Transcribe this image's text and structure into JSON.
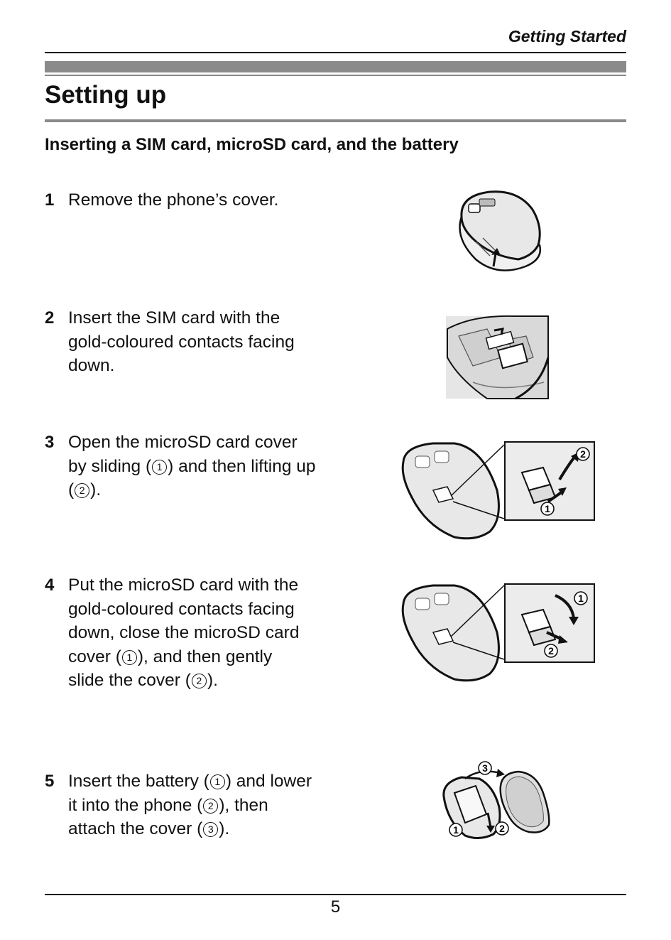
{
  "header": {
    "section": "Getting Started"
  },
  "title": "Setting up",
  "subheading": "Inserting a SIM card, microSD card, and the battery",
  "steps": [
    {
      "number": "1",
      "parts": [
        "Remove the phone’s cover."
      ]
    },
    {
      "number": "2",
      "parts": [
        "Insert the SIM card with the gold-coloured contacts facing down."
      ]
    },
    {
      "number": "3",
      "parts": [
        "Open the microSD card cover by sliding (",
        "1",
        ") and then lifting up (",
        "2",
        ")."
      ]
    },
    {
      "number": "4",
      "parts": [
        "Put the microSD card with the gold-coloured contacts facing down, close the microSD card cover (",
        "1",
        "), and then gently slide the cover (",
        "2",
        ")."
      ]
    },
    {
      "number": "5",
      "parts": [
        "Insert the battery (",
        "1",
        ") and lower it into the phone (",
        "2",
        "), then attach the cover (",
        "3",
        ")."
      ]
    }
  ],
  "callouts": {
    "step3": [
      "2",
      "1"
    ],
    "step4": [
      "1",
      "2"
    ],
    "step5": [
      "3",
      "1",
      "2"
    ]
  },
  "footer": {
    "page_number": "5"
  }
}
